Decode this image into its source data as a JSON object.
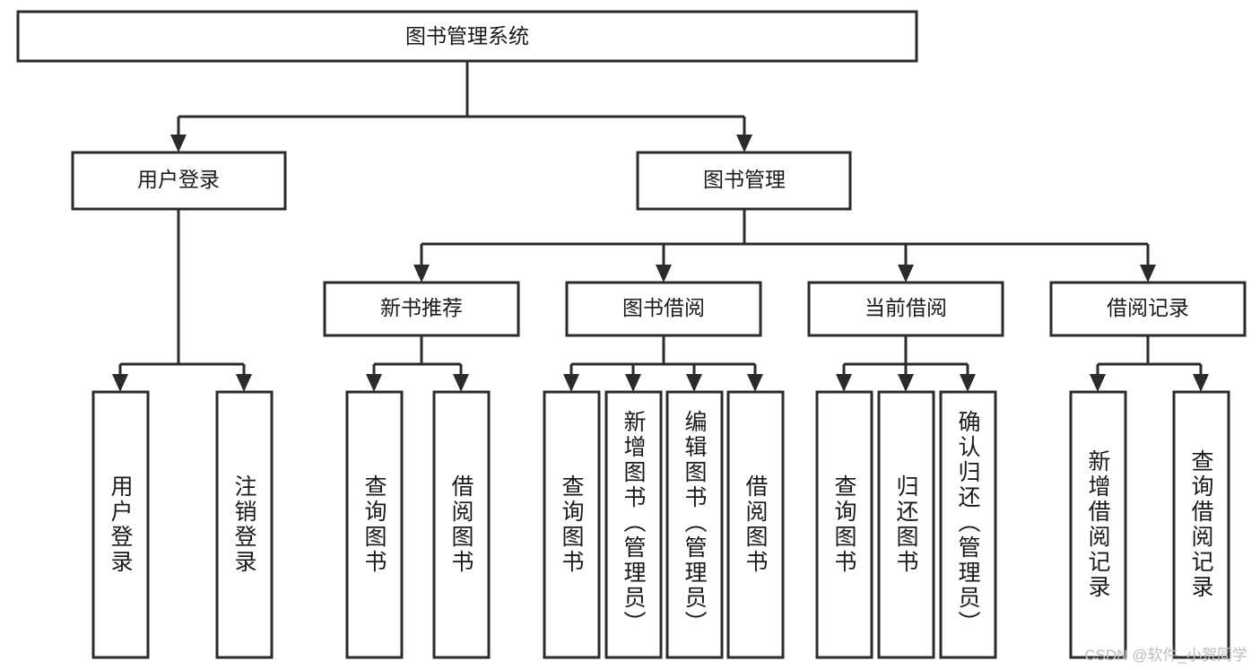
{
  "diagram": {
    "type": "tree-hierarchy",
    "title": "图书管理系统",
    "watermark": "CSDN @软件_小贺同学",
    "colors": {
      "stroke": "#2b2b2b",
      "fill": "#ffffff",
      "text": "#1a1a1a",
      "watermark": "#bdbdbd"
    },
    "levels": [
      {
        "level": 0,
        "nodes": [
          {
            "id": "root",
            "label": "图书管理系统",
            "orientation": "horizontal"
          }
        ]
      },
      {
        "level": 1,
        "nodes": [
          {
            "id": "user-login",
            "label": "用户登录",
            "orientation": "horizontal",
            "parent": "root"
          },
          {
            "id": "book-manage",
            "label": "图书管理",
            "orientation": "horizontal",
            "parent": "root"
          }
        ]
      },
      {
        "level": 2,
        "nodes": [
          {
            "id": "new-book-rec",
            "label": "新书推荐",
            "orientation": "horizontal",
            "parent": "book-manage"
          },
          {
            "id": "book-borrow",
            "label": "图书借阅",
            "orientation": "horizontal",
            "parent": "book-manage"
          },
          {
            "id": "current-borrow",
            "label": "当前借阅",
            "orientation": "horizontal",
            "parent": "book-manage"
          },
          {
            "id": "borrow-record",
            "label": "借阅记录",
            "orientation": "horizontal",
            "parent": "book-manage"
          }
        ]
      },
      {
        "level": 3,
        "nodes": [
          {
            "id": "leaf-user-login",
            "label": "用户登录",
            "orientation": "vertical",
            "parent": "user-login"
          },
          {
            "id": "leaf-user-logout",
            "label": "注销登录",
            "orientation": "vertical",
            "parent": "user-login"
          },
          {
            "id": "leaf-query-book-1",
            "label": "查询图书",
            "orientation": "vertical",
            "parent": "new-book-rec"
          },
          {
            "id": "leaf-borrow-book-1",
            "label": "借阅图书",
            "orientation": "vertical",
            "parent": "new-book-rec"
          },
          {
            "id": "leaf-query-book-2",
            "label": "查询图书",
            "orientation": "vertical",
            "parent": "book-borrow"
          },
          {
            "id": "leaf-add-book",
            "label": "新增图书（管理员）",
            "orientation": "vertical",
            "parent": "book-borrow"
          },
          {
            "id": "leaf-edit-book",
            "label": "编辑图书（管理员）",
            "orientation": "vertical",
            "parent": "book-borrow"
          },
          {
            "id": "leaf-borrow-book-2",
            "label": "借阅图书",
            "orientation": "vertical",
            "parent": "book-borrow"
          },
          {
            "id": "leaf-query-book-3",
            "label": "查询图书",
            "orientation": "vertical",
            "parent": "current-borrow"
          },
          {
            "id": "leaf-return-book",
            "label": "归还图书",
            "orientation": "vertical",
            "parent": "current-borrow"
          },
          {
            "id": "leaf-confirm-return",
            "label": "确认归还（管理员）",
            "orientation": "vertical",
            "parent": "current-borrow"
          },
          {
            "id": "leaf-add-record",
            "label": "新增借阅记录",
            "orientation": "vertical",
            "parent": "borrow-record"
          },
          {
            "id": "leaf-query-record",
            "label": "查询借阅记录",
            "orientation": "vertical",
            "parent": "borrow-record"
          }
        ]
      }
    ]
  }
}
